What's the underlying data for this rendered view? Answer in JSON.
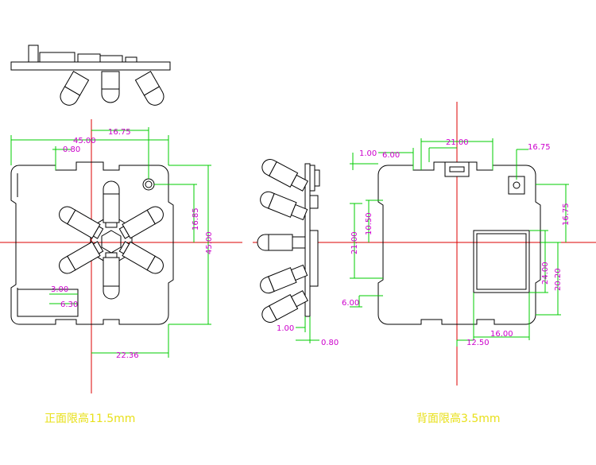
{
  "front_view": {
    "caption": "正面限高11.5mm",
    "dims": {
      "d_16_75": "16.75",
      "d_45_top": "45.00",
      "d_0_80": "0.80",
      "d_16_85": "16.85",
      "d_45_side": "45.00",
      "d_3_00": "3.00",
      "d_6_30": "6.30",
      "d_22_36": "22.36"
    }
  },
  "side_view": {
    "dims": {
      "d_1_00": "1.00",
      "d_0_80": "0.80"
    }
  },
  "back_view": {
    "caption": "背面限高3.5mm",
    "dims": {
      "d_1_00": "1.00",
      "d_6_00_top": "6.00",
      "d_21_00_top": "21.00",
      "d_16_75_top": "16.75",
      "d_10_50": "10.50",
      "d_21_00_left": "21.00",
      "d_6_00_left": "6.00",
      "d_16_75_right": "16.75",
      "d_24_00": "24.00",
      "d_20_20": "20.20",
      "d_16_00": "16.00",
      "d_12_50": "12.50"
    }
  },
  "colors": {
    "outline": "#000000",
    "dimension_line": "#00cc00",
    "dimension_text": "#cc00cc",
    "center_line": "#dd0000",
    "caption": "#e8e01a"
  }
}
